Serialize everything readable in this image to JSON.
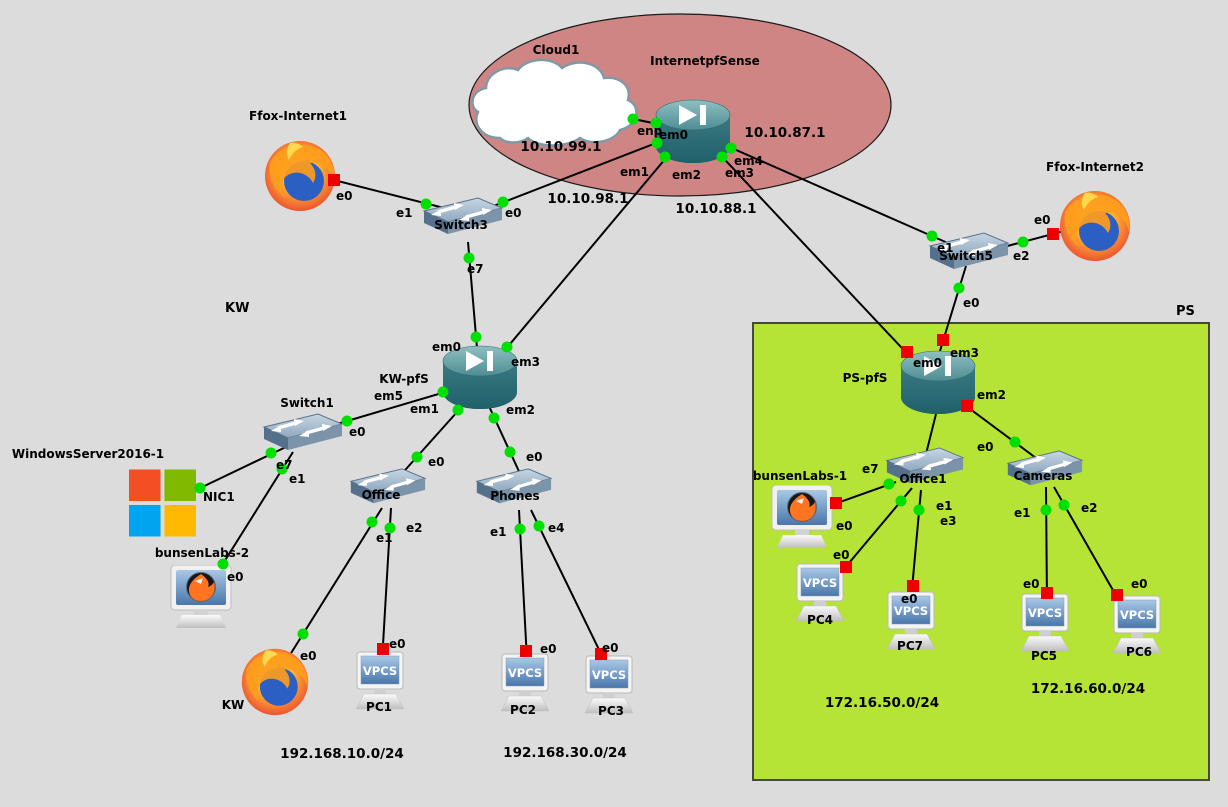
{
  "colors": {
    "up": "#00e000",
    "down": "#ee0000",
    "link": "#000000"
  },
  "zones": {
    "internet": {
      "fill": "#d08585"
    },
    "ps": {
      "label": "PS",
      "fill": "#b5e336"
    }
  },
  "ms_logo": {
    "red": "#f25022",
    "green": "#7fba00",
    "blue": "#00a4ef",
    "yellow": "#ffb900"
  },
  "annotations": {
    "kw_area": "KW",
    "ip_cloud": "10.10.99.1",
    "ip_kw_wan": "10.10.98.1",
    "ip_ps_wan": "10.10.88.1",
    "ip_switch5": "10.10.87.1",
    "net_office": "192.168.10.0/24",
    "net_phones": "192.168.30.0/24",
    "net_ps_office": "172.16.50.0/24",
    "net_cameras": "172.16.60.0/24"
  },
  "nodes": {
    "cloud1": {
      "label": "Cloud1"
    },
    "internet_pfsense": {
      "label": "InternetpfSense"
    },
    "ffox_internet1": {
      "label": "Ffox-Internet1"
    },
    "ffox_internet2": {
      "label": "Ffox-Internet2"
    },
    "switch3": {
      "label": "Switch3"
    },
    "switch5": {
      "label": "Switch5"
    },
    "switch1": {
      "label": "Switch1"
    },
    "kw_pfs": {
      "label": "KW-pfS"
    },
    "ps_pfs": {
      "label": "PS-pfS"
    },
    "office": {
      "label": "Office"
    },
    "phones": {
      "label": "Phones"
    },
    "office1": {
      "label": "Office1"
    },
    "cameras": {
      "label": "Cameras"
    },
    "windows_server": {
      "label": "WindowsServer2016-1"
    },
    "bunsenlabs1": {
      "label": "bunsenLabs-1"
    },
    "bunsenlabs2": {
      "label": "bunsenLabs-2"
    },
    "kw_firefox": {
      "label": "KW"
    },
    "pc1": {
      "label": "PC1",
      "screen": "VPCS"
    },
    "pc2": {
      "label": "PC2",
      "screen": "VPCS"
    },
    "pc3": {
      "label": "PC3",
      "screen": "VPCS"
    },
    "pc4": {
      "label": "PC4",
      "screen": "VPCS"
    },
    "pc5": {
      "label": "PC5",
      "screen": "VPCS"
    },
    "pc6": {
      "label": "PC6",
      "screen": "VPCS"
    },
    "pc7": {
      "label": "PC7",
      "screen": "VPCS"
    }
  },
  "links": [
    {
      "a": "Cloud1",
      "ap": "enp",
      "b": "InternetpfSense",
      "bp": "em0",
      "as": "up",
      "bs": "up"
    },
    {
      "a": "InternetpfSense",
      "ap": "em1",
      "b": "Switch3",
      "bp": "e0",
      "as": "up",
      "bs": "up"
    },
    {
      "a": "InternetpfSense",
      "ap": "em2",
      "b": "KW-pfS",
      "bp": "em3",
      "as": "up",
      "bs": "up"
    },
    {
      "a": "InternetpfSense",
      "ap": "em3",
      "b": "PS-pfS",
      "bp": "em0",
      "as": "up",
      "bs": "down"
    },
    {
      "a": "InternetpfSense",
      "ap": "em4",
      "b": "Switch5",
      "bp": "e1",
      "as": "up",
      "bs": "up"
    },
    {
      "a": "Ffox-Internet1",
      "ap": "e0",
      "b": "Switch3",
      "bp": "e1",
      "as": "down",
      "bs": "up"
    },
    {
      "a": "Switch3",
      "ap": "e7",
      "b": "KW-pfS",
      "bp": "em0",
      "as": "up",
      "bs": "up"
    },
    {
      "a": "Switch5",
      "ap": "e2",
      "b": "Ffox-Internet2",
      "bp": "e0",
      "as": "up",
      "bs": "down"
    },
    {
      "a": "Switch5",
      "ap": "e0",
      "b": "PS-pfS",
      "bp": "em3",
      "as": "up",
      "bs": "down"
    },
    {
      "a": "KW-pfS",
      "ap": "em5",
      "b": "Switch1",
      "bp": "e0",
      "as": "up",
      "bs": "up"
    },
    {
      "a": "KW-pfS",
      "ap": "em1",
      "b": "Office",
      "bp": "e0",
      "as": "up",
      "bs": "up"
    },
    {
      "a": "KW-pfS",
      "ap": "em2",
      "b": "Phones",
      "bp": "e0",
      "as": "up",
      "bs": "up"
    },
    {
      "a": "Switch1",
      "ap": "e7",
      "b": "WindowsServer2016-1",
      "bp": "NIC1",
      "as": "up",
      "bs": "up"
    },
    {
      "a": "Switch1",
      "ap": "e1",
      "b": "bunsenLabs-2",
      "bp": "e0",
      "as": "up",
      "bs": "up"
    },
    {
      "a": "Office",
      "ap": "e1",
      "b": "KW",
      "bp": "e0",
      "as": "up",
      "bs": "up"
    },
    {
      "a": "Office",
      "ap": "e2",
      "b": "PC1",
      "bp": "e0",
      "as": "up",
      "bs": "down"
    },
    {
      "a": "Phones",
      "ap": "e1",
      "b": "PC2",
      "bp": "e0",
      "as": "up",
      "bs": "down"
    },
    {
      "a": "Phones",
      "ap": "e4",
      "b": "PC3",
      "bp": "e0",
      "as": "up",
      "bs": "down"
    },
    {
      "a": "PS-pfS",
      "ap": "",
      "b": "Office1",
      "bp": "",
      "as": "",
      "bs": ""
    },
    {
      "a": "PS-pfS",
      "ap": "em2",
      "b": "Cameras",
      "bp": "e0",
      "as": "down",
      "bs": "up"
    },
    {
      "a": "Office1",
      "ap": "e1",
      "b": "PC4",
      "bp": "e0",
      "as": "up",
      "bs": "down"
    },
    {
      "a": "Office1",
      "ap": "e3",
      "b": "PC7",
      "bp": "e0",
      "as": "up",
      "bs": "down"
    },
    {
      "a": "Office1",
      "ap": "e7",
      "b": "bunsenLabs-1",
      "bp": "e0",
      "as": "up",
      "bs": "down"
    },
    {
      "a": "Cameras",
      "ap": "e1",
      "b": "PC5",
      "bp": "e0",
      "as": "up",
      "bs": "down"
    },
    {
      "a": "Cameras",
      "ap": "e2",
      "b": "PC6",
      "bp": "e0",
      "as": "up",
      "bs": "down"
    }
  ]
}
